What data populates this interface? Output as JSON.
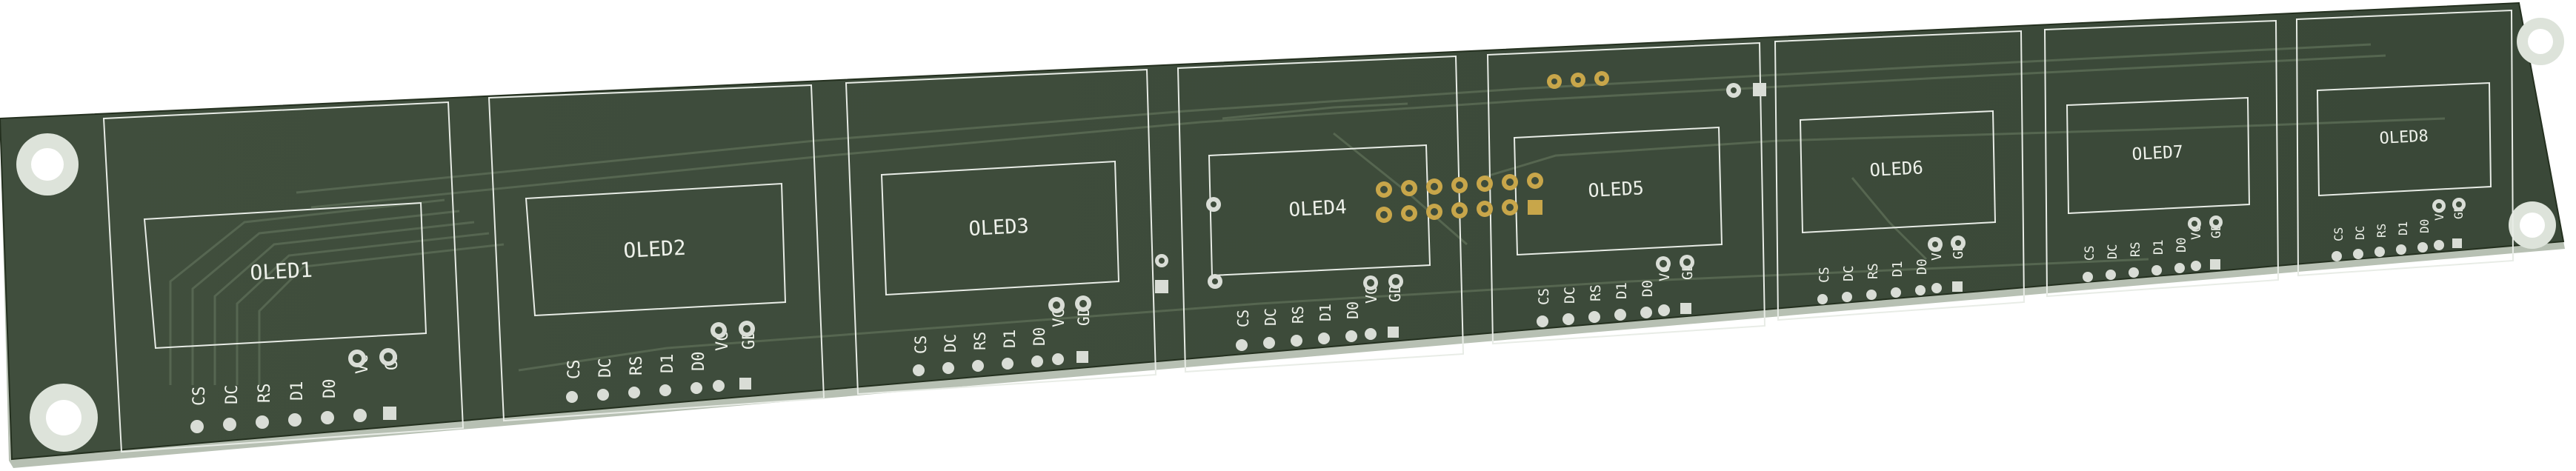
{
  "board": {
    "color_board": "#3e4c3b",
    "color_board_dark": "#2f3b2d",
    "color_edge": "#cfd6cc",
    "color_silk": "#e8ece6",
    "color_pad_gold": "#c8a64a",
    "color_pad_silver": "#d9ddd6"
  },
  "modules": [
    {
      "label": "OLED1",
      "pins": [
        "CS",
        "DC",
        "RS",
        "D1",
        "D0",
        "VC",
        "GD"
      ]
    },
    {
      "label": "OLED2",
      "pins": [
        "CS",
        "DC",
        "RS",
        "D1",
        "D0",
        "VC",
        "GD"
      ]
    },
    {
      "label": "OLED3",
      "pins": [
        "CS",
        "DC",
        "RS",
        "D1",
        "D0",
        "VC",
        "GD"
      ]
    },
    {
      "label": "OLED4",
      "pins": [
        "CS",
        "DC",
        "RS",
        "D1",
        "D0",
        "VC",
        "GD"
      ]
    },
    {
      "label": "OLED5",
      "pins": [
        "CS",
        "DC",
        "RS",
        "D1",
        "D0",
        "VC",
        "GD"
      ]
    },
    {
      "label": "OLED6",
      "pins": [
        "CS",
        "DC",
        "RS",
        "D1",
        "D0",
        "VC",
        "GD"
      ]
    },
    {
      "label": "OLED7",
      "pins": [
        "CS",
        "DC",
        "RS",
        "D1",
        "D0",
        "VC",
        "GD"
      ]
    },
    {
      "label": "OLED8",
      "pins": [
        "CS",
        "DC",
        "RS",
        "D1",
        "D0",
        "VC",
        "GD"
      ]
    }
  ]
}
